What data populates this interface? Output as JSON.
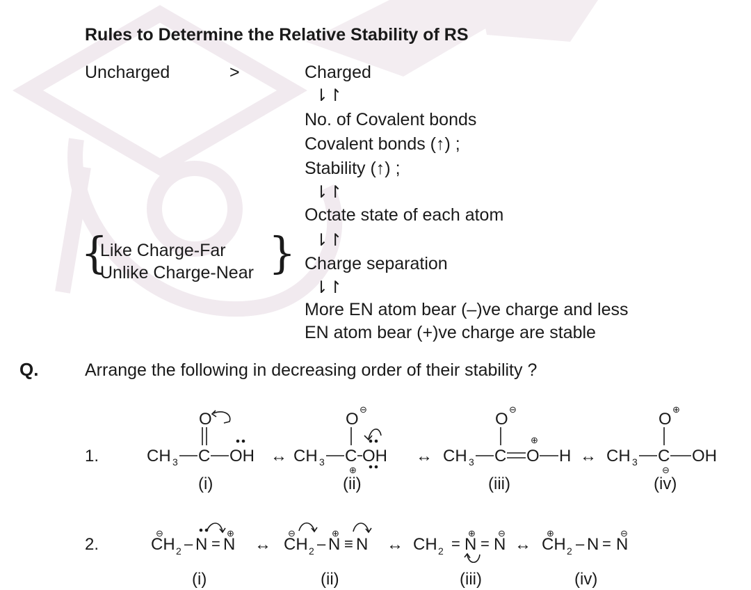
{
  "heading": "Rules to Determine the Relative Stability of RS",
  "rules": {
    "uncharged": "Uncharged",
    "gt": ">",
    "charged": "Charged",
    "down_arrow": "⇂↾",
    "steps": [
      "No. of Covalent bonds",
      "Covalent bonds (↑) ;",
      "Stability (↑) ;",
      "Octate state of each atom",
      "Charge separation",
      "More EN atom bear (–)ve charge and less",
      "EN atom bear (+)ve charge are stable"
    ],
    "brace_lines": [
      "Like Charge-Far",
      "Unlike Charge-Near"
    ]
  },
  "question": {
    "marker": "Q.",
    "text": "Arrange the following in decreasing order of their stability ?"
  },
  "items": [
    {
      "number": "1.",
      "labels": [
        "(i)",
        "(ii)",
        "(iii)",
        "(iv)"
      ],
      "atoms": {
        "o": "O",
        "c": "C",
        "h": "H",
        "oh": "OH",
        "ch": "CH",
        "three": "3"
      },
      "resonance": "↔",
      "charges": {
        "minus": "⊖",
        "plus": "⊕"
      }
    },
    {
      "number": "2.",
      "labels": [
        "(i)",
        "(ii)",
        "(iii)",
        "(iv)"
      ],
      "atoms": {
        "n": "N",
        "ch": "CH",
        "two": "2"
      },
      "resonance": "↔",
      "bonds": {
        "single": "–",
        "double": "=",
        "triple": "≡"
      },
      "charges": {
        "minus": "⊖",
        "plus": "⊕"
      }
    }
  ]
}
